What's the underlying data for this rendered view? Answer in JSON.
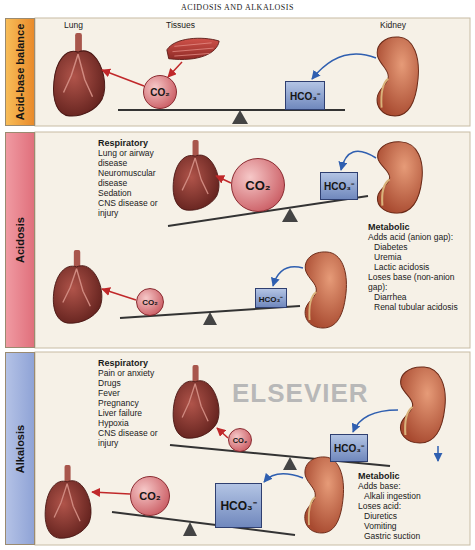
{
  "diagram": {
    "title": "ACIDOSIS AND ALKALOSIS",
    "nodes": [
      {
        "text": [
          "Acid-base balance"
        ]
      },
      {
        "text": [
          "CO₂"
        ]
      },
      {
        "text": [
          "HCO₃⁻"
        ]
      },
      {
        "text": [
          "Acidosis"
        ]
      },
      {
        "text": [
          "CO₂"
        ]
      },
      {
        "text": [
          "HCO₃⁻"
        ]
      },
      {
        "text": [
          "CO₂"
        ]
      },
      {
        "text": [
          "HCO₃⁻"
        ]
      },
      {
        "text": [
          "Alkalosis"
        ]
      },
      {
        "text": [
          "CO₂"
        ]
      },
      {
        "text": [
          "HCO₃⁻"
        ]
      },
      {
        "text": [
          "CO₂"
        ]
      },
      {
        "text": [
          "HCO₃⁻"
        ]
      }
    ],
    "labels": [
      "Lung",
      "Tissues",
      "Kidney",
      "Respiratory",
      "Lung or airway disease",
      "Neuromuscular disease",
      "Sedation",
      "CNS disease or injury",
      "Metabolic",
      "Adds acid (anion gap):",
      "Diabetes",
      "Uremia",
      "Lactic acidosis",
      "Loses base (non-anion gap):",
      "Diarrhea",
      "Renal tubular acidosis",
      "Respiratory",
      "Pain or anxiety",
      "Drugs",
      "Fever",
      "Pregnancy",
      "Liver failure",
      "Hypoxia",
      "CNS disease or injury",
      "Metabolic",
      "Adds base:",
      "Alkali ingestion",
      "Loses acid:",
      "Diuretics",
      "Vomiting",
      "Gastric suction",
      "ELSEVIER"
    ]
  }
}
